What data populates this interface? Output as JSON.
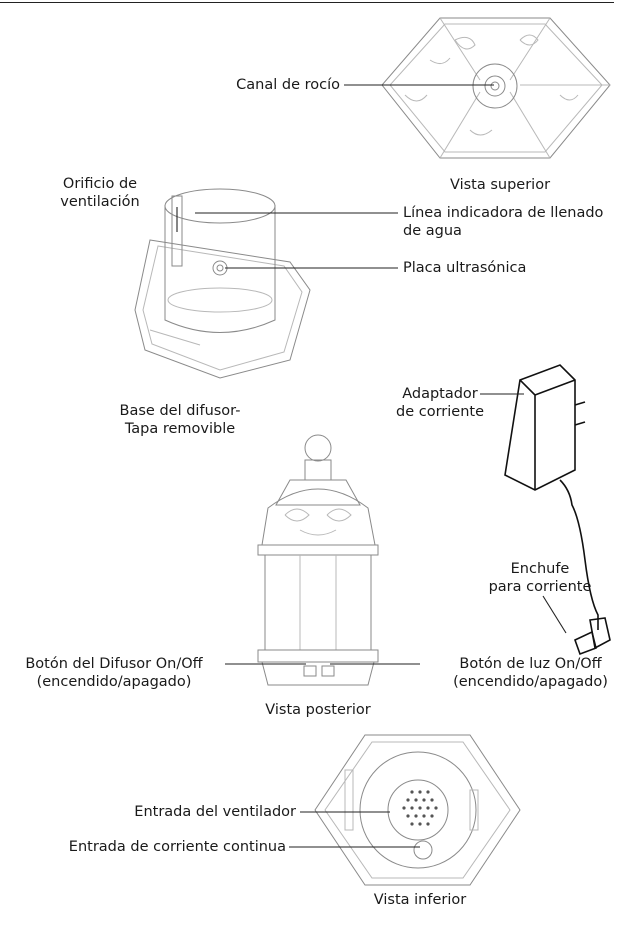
{
  "labels": {
    "dew_channel": "Canal de rocío",
    "top_view": "Vista superior",
    "vent_hole_1": "Orificio de",
    "vent_hole_2": "ventilación",
    "water_line_1": "Línea indicadora de llenado",
    "water_line_2": "de agua",
    "ultrasonic_plate": "Placa ultrasónica",
    "base_1": "Base del difusor-",
    "base_2": "Tapa removible",
    "adapter_1": "Adaptador",
    "adapter_2": "de corriente",
    "plug_1": "Enchufe",
    "plug_2": "para corriente",
    "diffuser_btn_1": "Botón del Difusor On/Off",
    "diffuser_btn_2": "(encendido/apagado)",
    "light_btn_1": "Botón de luz On/Off",
    "light_btn_2": "(encendido/apagado)",
    "rear_view": "Vista posterior",
    "fan_inlet": "Entrada del ventilador",
    "dc_inlet": "Entrada de corriente continua",
    "bottom_view": "Vista inferior"
  }
}
